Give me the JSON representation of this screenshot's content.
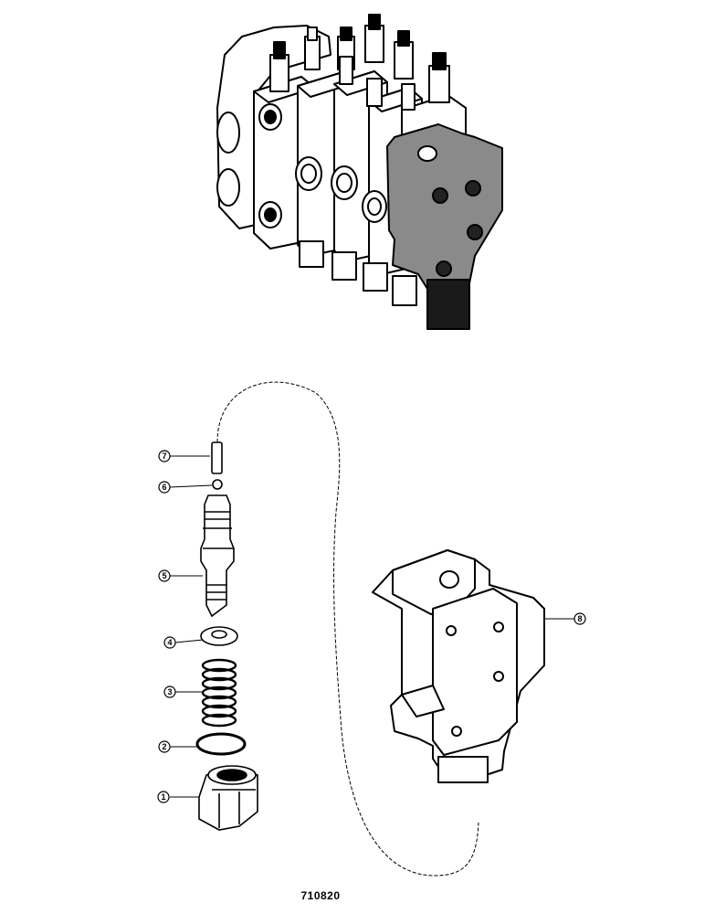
{
  "callouts": {
    "c1": "1",
    "c2": "2",
    "c3": "3",
    "c4": "4",
    "c5": "5",
    "c6": "6",
    "c7": "7",
    "c8": "8"
  },
  "figure_number": "710820",
  "colors": {
    "ink": "#000000",
    "highlight": "#8a8a8a",
    "paper": "#ffffff"
  }
}
